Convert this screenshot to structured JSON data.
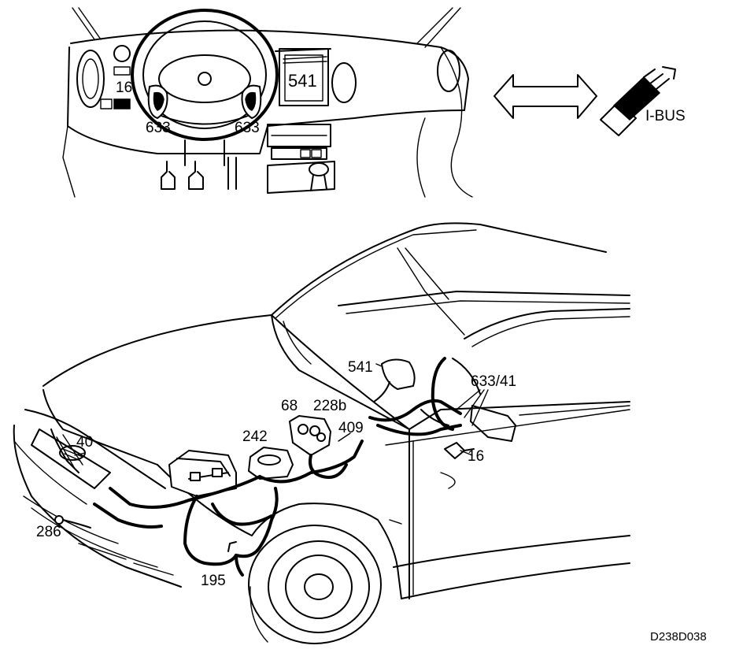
{
  "dashboard": {
    "labels": {
      "fuse": "16",
      "airbag_left": "633",
      "airbag_right": "633",
      "display": "541"
    }
  },
  "bus": {
    "label": "I-BUS"
  },
  "car": {
    "labels": {
      "l40": "40",
      "l286": "286",
      "l195": "195",
      "l242": "242",
      "l68": "68",
      "l228b": "228b",
      "l409": "409",
      "l541": "541",
      "l633_41": "633/41",
      "l16": "16"
    }
  },
  "figure_ref": "D238D038"
}
